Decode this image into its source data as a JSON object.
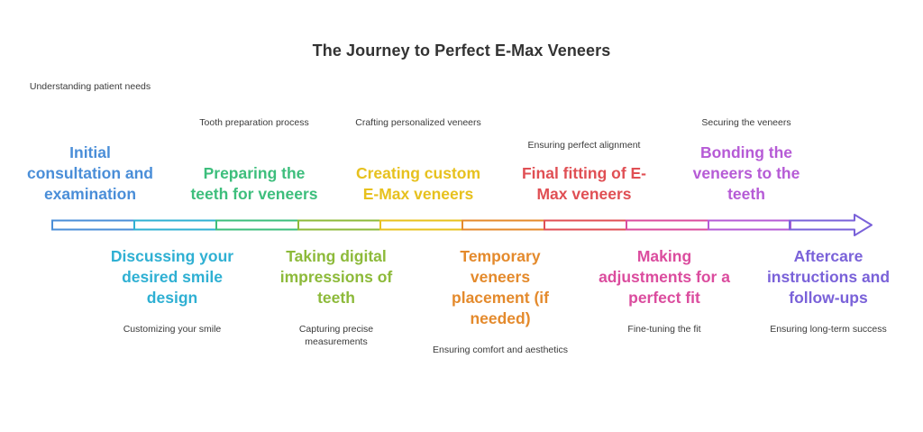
{
  "title": "The Journey to Perfect E-Max Veneers",
  "steps": [
    {
      "label": "Initial consultation and examination",
      "description": "Understanding patient needs",
      "color": "#4A8ED8"
    },
    {
      "label": "Discussing your desired smile design",
      "description": "Customizing your smile",
      "color": "#2FB0D3"
    },
    {
      "label": "Preparing the teeth for veneers",
      "description": "Tooth preparation process",
      "color": "#3DBE7C"
    },
    {
      "label": "Taking digital impressions of teeth",
      "description": "Capturing precise measurements",
      "color": "#8DBA3A"
    },
    {
      "label": "Creating custom E-Max veneers",
      "description": "Crafting personalized veneers",
      "color": "#E7C11E"
    },
    {
      "label": "Temporary veneers placement (if needed)",
      "description": "Ensuring comfort and aesthetics",
      "color": "#E48A2C"
    },
    {
      "label": "Final fitting of E-Max veneers",
      "description": "Ensuring perfect alignment",
      "color": "#E04F54"
    },
    {
      "label": "Making adjustments for a perfect fit",
      "description": "Fine-tuning the fit",
      "color": "#DB4C9E"
    },
    {
      "label": "Bonding the veneers to the teeth",
      "description": "Securing the veneers",
      "color": "#B65BD6"
    },
    {
      "label": "Aftercare instructions and follow-ups",
      "description": "Ensuring long-term success",
      "color": "#7A62D9"
    }
  ]
}
